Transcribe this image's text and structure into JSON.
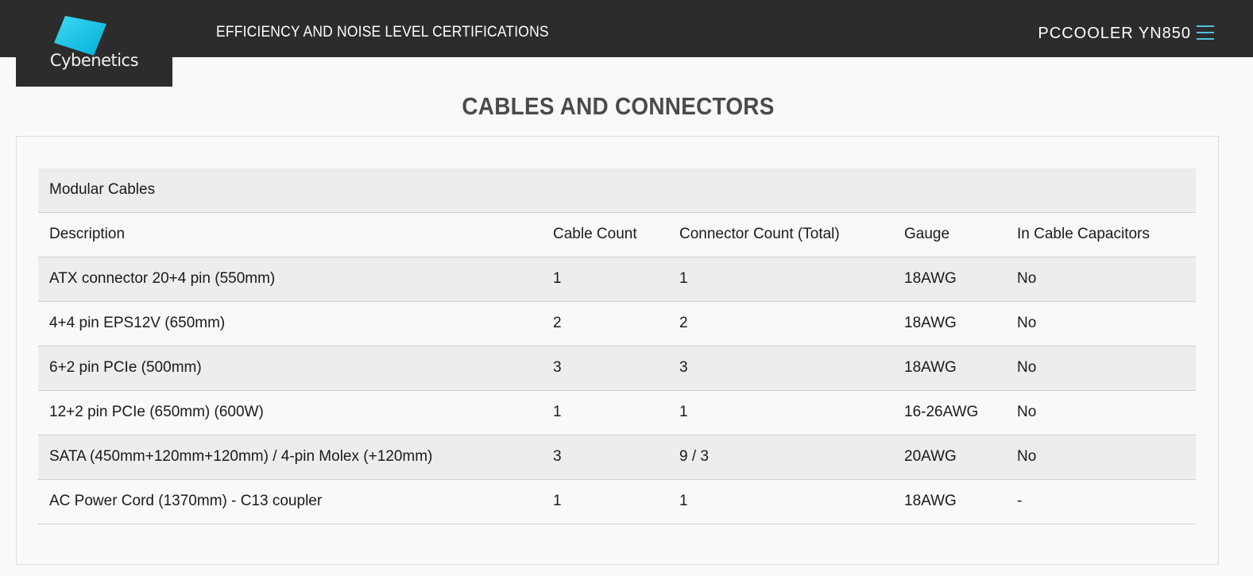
{
  "header": {
    "logo_text": "Cybenetics",
    "nav_title": "EFFICIENCY AND NOISE LEVEL CERTIFICATIONS",
    "model": "PCCOOLER YN850",
    "menu_icon": "hamburger-menu-icon",
    "accent_color": "#00c8e6"
  },
  "page": {
    "title": "CABLES AND CONNECTORS"
  },
  "table": {
    "section_label": "Modular Cables",
    "columns": [
      "Description",
      "Cable Count",
      "Connector Count (Total)",
      "Gauge",
      "In Cable Capacitors"
    ],
    "rows": [
      [
        "ATX connector 20+4 pin (550mm)",
        "1",
        "1",
        "18AWG",
        "No"
      ],
      [
        "4+4 pin EPS12V (650mm)",
        "2",
        "2",
        "18AWG",
        "No"
      ],
      [
        "6+2 pin PCIe (500mm)",
        "3",
        "3",
        "18AWG",
        "No"
      ],
      [
        "12+2 pin PCIe (650mm) (600W)",
        "1",
        "1",
        "16-26AWG",
        "No"
      ],
      [
        "SATA (450mm+120mm+120mm) / 4-pin Molex (+120mm)",
        "3",
        "9 / 3",
        "20AWG",
        "No"
      ],
      [
        "AC Power Cord (1370mm) - C13 coupler",
        "1",
        "1",
        "18AWG",
        "-"
      ]
    ]
  }
}
